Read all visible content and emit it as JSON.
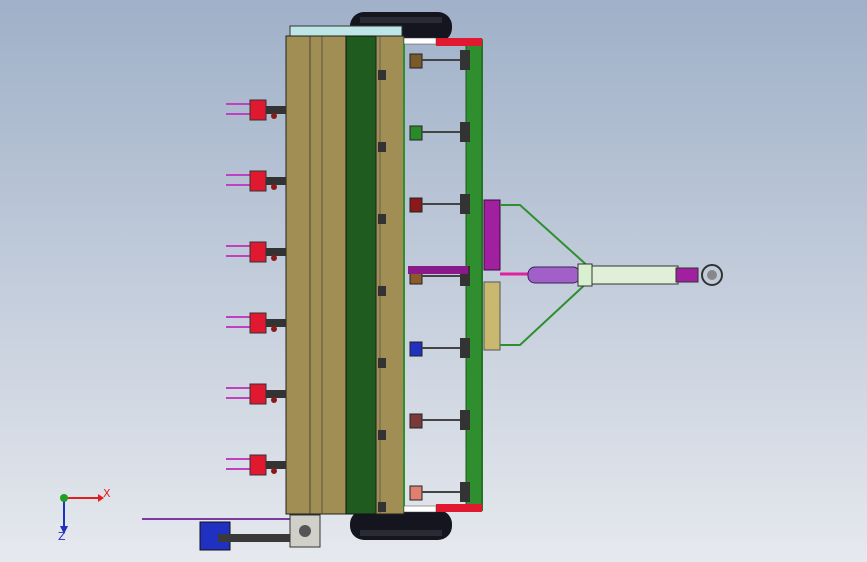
{
  "viewport": {
    "background_top": "#9fb0c8",
    "background_bottom": "#e6e9ee"
  },
  "triad": {
    "x_label": "X",
    "z_label": "Z",
    "x_color": "#e02020",
    "y_color": "#20a020",
    "z_color": "#2030c0"
  },
  "model": {
    "hopper_color": "#a08e55",
    "seed_box_color": "#1f5a1f",
    "frame_color": "#2f8f2f",
    "red_part_color": "#e01830",
    "purple_part_color": "#a020a0",
    "tire_color": "#151520",
    "opener_count": 6
  }
}
